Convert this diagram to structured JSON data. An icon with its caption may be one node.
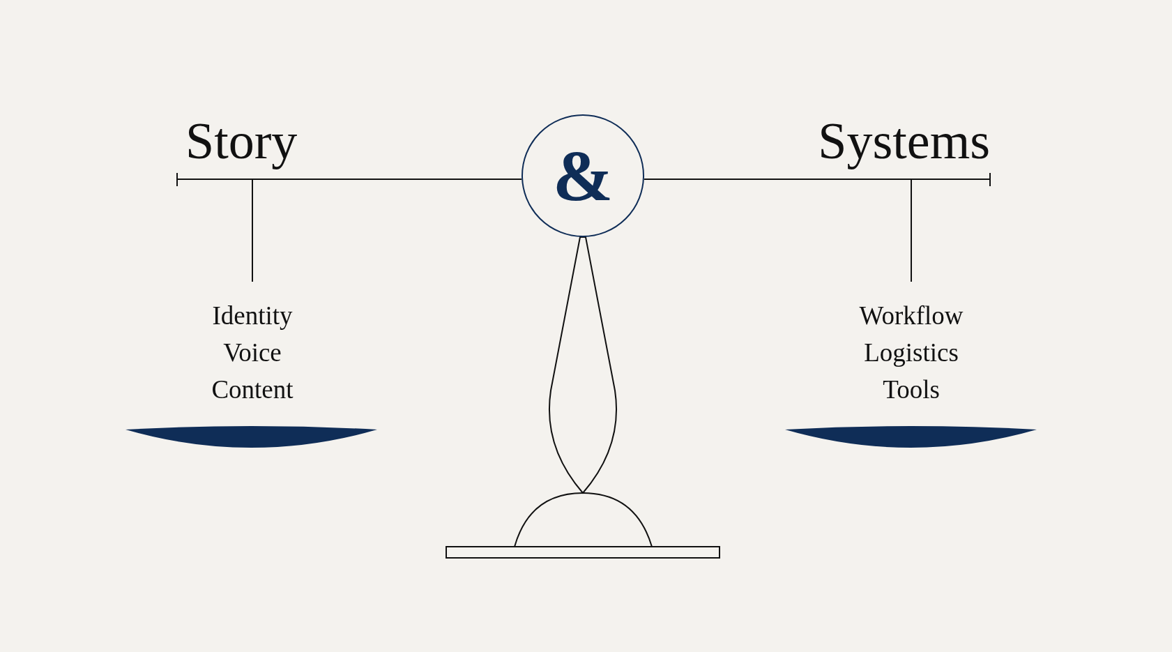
{
  "diagram": {
    "nodes": [
      {
        "text": [
          "&"
        ]
      }
    ],
    "labels": [
      "Story",
      "Systems",
      "Identity",
      "Voice",
      "Content",
      "Workflow",
      "Logistics",
      "Tools"
    ]
  }
}
